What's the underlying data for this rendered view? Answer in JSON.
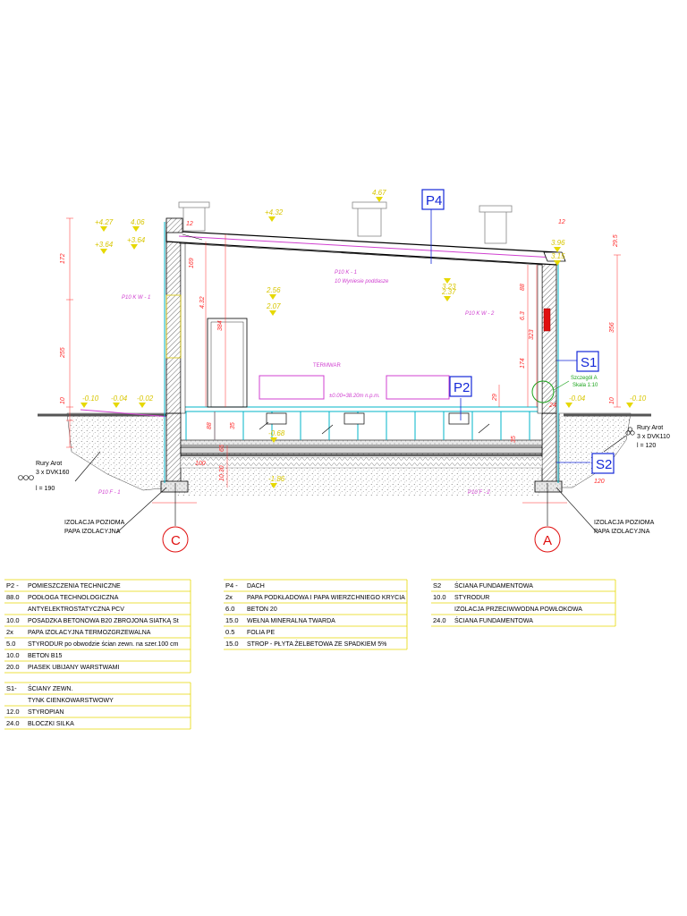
{
  "section_tags": {
    "p4": "P4",
    "p2": "P2",
    "s1": "S1",
    "s2": "S2"
  },
  "axes": {
    "c": "C",
    "a": "A"
  },
  "elevations": {
    "e1": "+4.27",
    "e2": "4.06",
    "e3": "+3.64",
    "e4": "+3.64",
    "e5": "+4.32",
    "e6": "4.67",
    "e7": "2.56",
    "e8": "2.07",
    "e9": "3.96",
    "e10": "3.15",
    "e11": "3.23",
    "e12": "2.37",
    "e13": "-0.10",
    "e14": "-0.04",
    "e15": "-0.02",
    "e16": "-0.68",
    "e17": "-1.86",
    "e18": "-0.04",
    "e19": "-0.10",
    "floor_level": "±0.00=38.20m n.p.m."
  },
  "dimensions": {
    "d172": "172",
    "d255": "255",
    "d432": "4.32",
    "d384": "384",
    "d169": "169",
    "d12a": "12",
    "d12b": "12",
    "d88a": "88",
    "d63": "6.3",
    "d323": "323",
    "d174": "174",
    "d356": "356",
    "d295": "29.5",
    "d10a": "10",
    "d10b": "10",
    "d88b": "88",
    "d29": "29",
    "d100": "100",
    "d1030": "10.30",
    "d65": "65",
    "d35a": "35",
    "d35b": "35",
    "d24": "24",
    "d120": "120"
  },
  "notes": {
    "wall_left": "P10 K W - 1",
    "wall_right": "P10 K W - 2",
    "roof_note1": "P10 K - 1",
    "roof_note2": "10 Wyniesie poddasze",
    "termwar": "TERMWAR",
    "found_left": "P10 F - 1",
    "found_right": "P10 F - 2",
    "detail": "Szczegól A",
    "detail_scale": "Skala 1:10"
  },
  "annotations": {
    "pipes_left_title": "Rury Arot",
    "pipes_left_spec": "3 x DVK160",
    "pipes_left_len": "l = 190",
    "pipes_right_title": "Rury Arot",
    "pipes_right_spec": "3 x DVK110",
    "pipes_right_len": "l = 120",
    "iso_left_1": "IZOLACJA POZIOMA",
    "iso_left_2": "PAPA IZOLACYJNA",
    "iso_right_1": "IZOLACJA POZIOMA",
    "iso_right_2": "PAPA IZOLACYJNA"
  },
  "legend": {
    "p2": {
      "code": "P2 -",
      "title": "POMIESZCZENIA TECHNICZNE",
      "rows": [
        {
          "t": "88.0",
          "d": "PODŁOGA TECHNOLOGICZNA"
        },
        {
          "t": "",
          "d": "ANTYELEKTROSTATYCZNA PCV"
        },
        {
          "t": "10.0",
          "d": "POSADZKA BETONOWA B20 ZBROJONA SIATKĄ St"
        },
        {
          "t": "2x",
          "d": "PAPA IZOLACYJNA TERMOZGRZEWALNA"
        },
        {
          "t": "5.0",
          "d": "STYRODUR po obwodzie ścian zewn. na szer.100 cm"
        },
        {
          "t": "10.0",
          "d": "BETON B15"
        },
        {
          "t": "20.0",
          "d": "PIASEK UBIJANY WARSTWAMI"
        }
      ]
    },
    "s1": {
      "code": "S1-",
      "title": "ŚCIANY ZEWN.",
      "rows": [
        {
          "t": "",
          "d": "TYNK CIENKOWARSTWOWY"
        },
        {
          "t": "12.0",
          "d": "STYROPIAN"
        },
        {
          "t": "24.0",
          "d": "BLOCZKI SILKA"
        }
      ]
    },
    "p4": {
      "code": "P4 -",
      "title": "DACH",
      "rows": [
        {
          "t": "2x",
          "d": "PAPA PODKŁADOWA I PAPA WIERZCHNIEGO KRYCIA"
        },
        {
          "t": "6.0",
          "d": "BETON 20"
        },
        {
          "t": "15.0",
          "d": "WEŁNA MINERALNA TWARDA"
        },
        {
          "t": "0.5",
          "d": "FOLIA PE"
        },
        {
          "t": "15.0",
          "d": "STROP - PŁYTA ŻELBETOWA ZE SPADKIEM 5%"
        }
      ]
    },
    "s2": {
      "code": "S2",
      "title": "ŚCIANA FUNDAMENTOWA",
      "rows": [
        {
          "t": "10.0",
          "d": "STYRODUR"
        },
        {
          "t": "",
          "d": "IZOLACJA PRZECIWWODNA POWŁOKOWA"
        },
        {
          "t": "24.0",
          "d": "ŚCIANA FUNDAMENTOWA"
        }
      ]
    }
  },
  "colors": {
    "tag": "#1428d8",
    "axis": "#e01010",
    "elevation": "#e6d800",
    "magenta": "#d040d0",
    "cyan": "#00b4c8",
    "legend_rule": "#e6d800"
  }
}
